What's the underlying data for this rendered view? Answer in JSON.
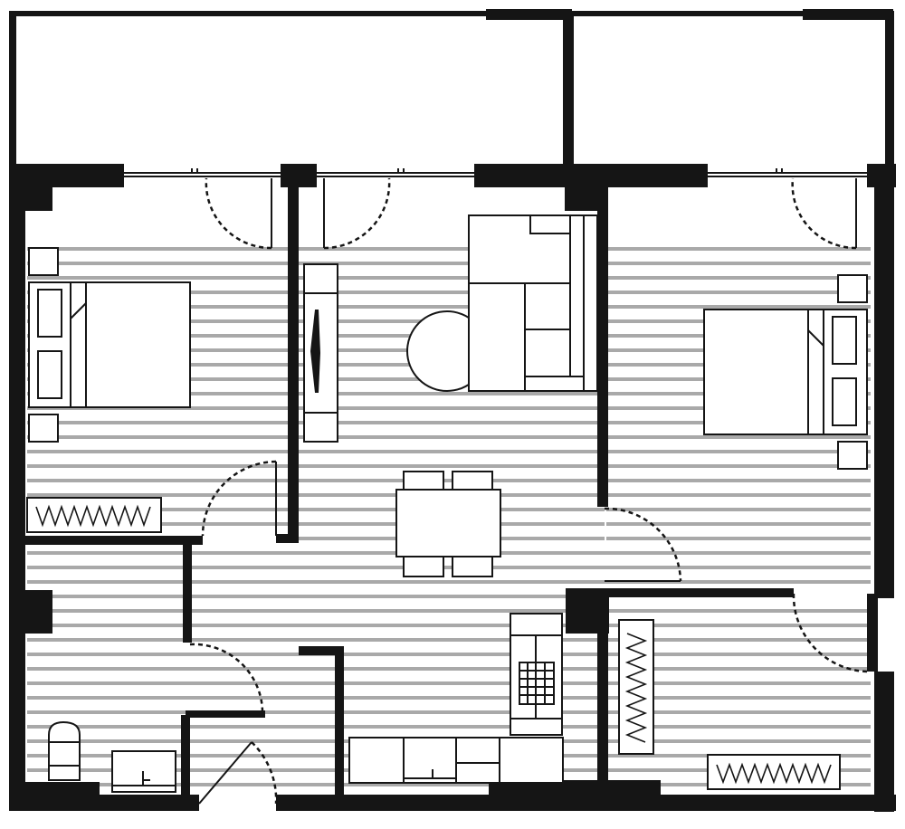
{
  "plan": {
    "kind": "apartment floor plan",
    "units": "none printed",
    "colors": {
      "wall": "#151515",
      "floor_hatch": "#a9a9a9",
      "background": "#ffffff"
    },
    "rooms": [
      "balcony-left",
      "balcony-right",
      "bedroom-left",
      "living-room",
      "bedroom-right",
      "hallway",
      "bathroom",
      "kitchen",
      "wardrobe-room"
    ],
    "furniture": [
      "double-bed-left",
      "double-bed-right",
      "round-table",
      "l-shaped-sofa",
      "dining-table",
      "tv-cabinet",
      "wardrobes",
      "toilet",
      "sink",
      "kitchen-counter",
      "stove",
      "refrigerator"
    ]
  }
}
